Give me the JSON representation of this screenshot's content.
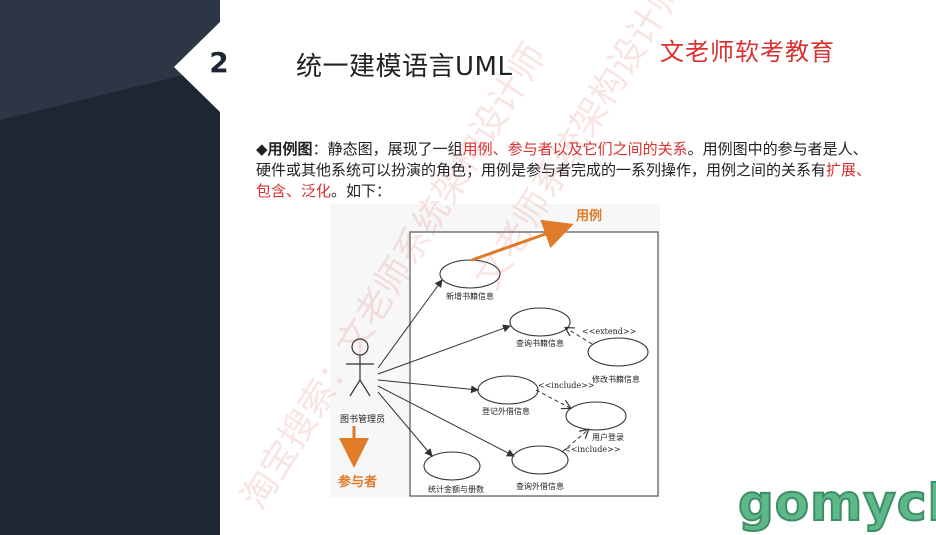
{
  "slide": {
    "number": "2",
    "title": "统一建模语言UML",
    "brand": "文老师软考教育"
  },
  "paragraph": {
    "bullet": "◆",
    "term": "用例图",
    "p1": "：静态图，展现了一组",
    "r1": "用例、参与者以及它们之间的关系",
    "p2": "。用例图中的参与者是人、硬件或其他系统可以扮演的角色；用例是参与者完成的一系列操作，用例之间的关系有",
    "r2": "扩展、包含、泛化",
    "p3": "。如下："
  },
  "diagram": {
    "callout_usecase": "用例",
    "callout_actor": "参与者",
    "actor_label": "图书管理员",
    "usecases": [
      "新增书籍信息",
      "查询书籍信息",
      "修改书籍信息",
      "登记外借信息",
      "用户登录",
      "统计金额与册数",
      "查询外借信息"
    ],
    "rel_extend": "<<extend>>",
    "rel_include_1": "<<include>>",
    "rel_include_2": "<<include>>"
  },
  "watermark": {
    "line1": "淘宝搜索：文老师系统架构设计师",
    "line2": "文老师系统架构设计师"
  },
  "footer": {
    "logo": "gomyck"
  },
  "colors": {
    "dark_panel": "#1f2633",
    "accent_red": "#d93030",
    "arrow_orange": "#e07b2a",
    "logo_green": "#5fb88a"
  }
}
